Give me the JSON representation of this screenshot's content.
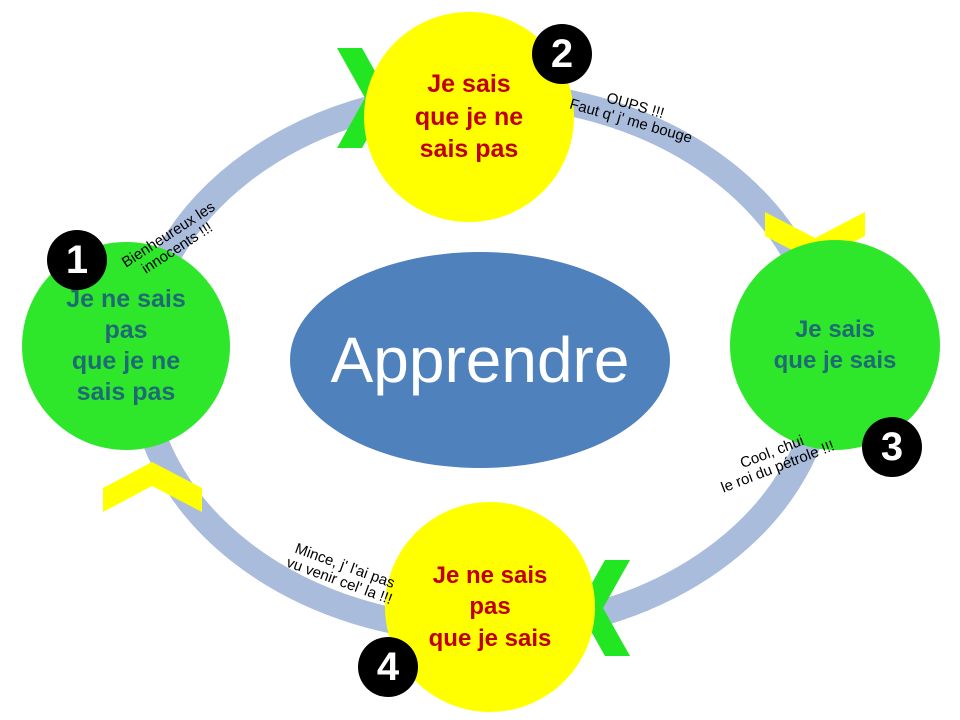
{
  "center_label": "Apprendre",
  "colors": {
    "ring": "#a9bcdc",
    "green": "#2ee72b",
    "yellow": "#ffff00",
    "center": "#4f81bd",
    "chevron_green": "#22e622",
    "chevron_yellow": "#ffff00",
    "text_red": "#c00000",
    "text_teal": "#1f6b73"
  },
  "stages": [
    {
      "number": "1",
      "label": "Je ne sais\npas\nque je ne\nsais pas",
      "color": "green",
      "text_color": "teal"
    },
    {
      "number": "2",
      "label": "Je sais\nque je ne\nsais pas",
      "color": "yellow",
      "text_color": "red"
    },
    {
      "number": "3",
      "label": "Je sais\nque je sais",
      "color": "green",
      "text_color": "teal"
    },
    {
      "number": "4",
      "label": "Je ne sais\npas\nque je sais",
      "color": "yellow",
      "text_color": "red"
    }
  ],
  "notes": [
    "Bienheureux les\ninnocents !!!",
    "OUPS !!!\nFaut q' j' me bouge",
    "Cool, chui\nle roi du pétrole !!!",
    "Mince, j' l'ai pas\nvu venir cel' la !!!"
  ],
  "chevrons": [
    "chevron-right-icon",
    "chevron-down-icon",
    "chevron-left-icon",
    "chevron-up-icon"
  ]
}
